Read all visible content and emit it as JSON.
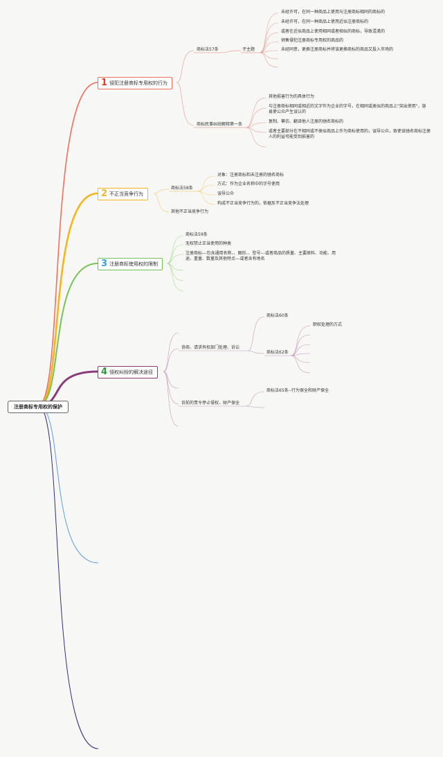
{
  "root": {
    "label": "注册商标专用权的保护"
  },
  "branches": [
    {
      "num": "1",
      "label": "侵犯注册商标专用权的行为",
      "color": "#ef6f5c",
      "level2": [
        {
          "label": "商标法57条",
          "sub": "子主题",
          "items": [
            "未经许可，在同一种商品上使用与注册商标相同的商标的",
            "未经许可，在同一种商品上使用近似注册商标的",
            "或者在近似商品上使用相同或者相似的商标，导致混淆的",
            "销售侵犯注册商标专用权的商品的",
            "未经同意，更换注册商标并将该更换商标的商品又投入市场的"
          ]
        },
        {
          "label": "商标民事纠纷解释第一条",
          "items": [
            "其他损害行为的具体行为",
            "与注册商标相同或相近的文字作为企业的字号，在相同或类似的商品上\"突出使用\"，容易使公众产生误认的",
            "复制、摹仿、翻译他人注册的驰名商标的",
            "或者主要部分在不相同或不类似商品上作为商标使用的，误导公众，致使该驰名商标注册人的利益可能受到损害的"
          ]
        }
      ]
    },
    {
      "num": "2",
      "label": "不正当竞争行为",
      "color": "#f3b61f",
      "level2": [
        {
          "label": "商标法58条",
          "items": [
            "对象：注册商标和未注册的驰名商标",
            "方式：作为企业名称中的字号使用",
            "误导公众",
            "构成不正当竞争行为的，依据反不正当竞争法处理"
          ]
        },
        {
          "label": "其他不正当竞争行为",
          "items": []
        }
      ]
    },
    {
      "num": "3",
      "label": "注册商标使用权的限制",
      "color": "#76c257",
      "level2": [
        {
          "label": "商标法59条",
          "items": []
        },
        {
          "label": "无权禁止正当使用的种类",
          "items": []
        },
        {
          "label": "注册商标---包含通用名称、、图形、、型号---或者商品的质量、主要原料、功能、用途、重量、数量及其他特点---或者含有地名",
          "items": []
        }
      ]
    },
    {
      "num": "4",
      "label": "侵权纠纷的解决途径",
      "color": "#8b3a78",
      "level2": [
        {
          "label": "协商、请求有权部门处理、诉讼",
          "children": [
            {
              "label": "商标法60条",
              "items": []
            },
            {
              "label": "商标法62条",
              "items": [
                "职权处理的方式"
              ]
            }
          ]
        },
        {
          "label": "诉前的责令停止侵权、财产保全",
          "children": [
            {
              "label": "商标法65条--行为保全和财产保全",
              "items": []
            }
          ]
        }
      ]
    }
  ]
}
